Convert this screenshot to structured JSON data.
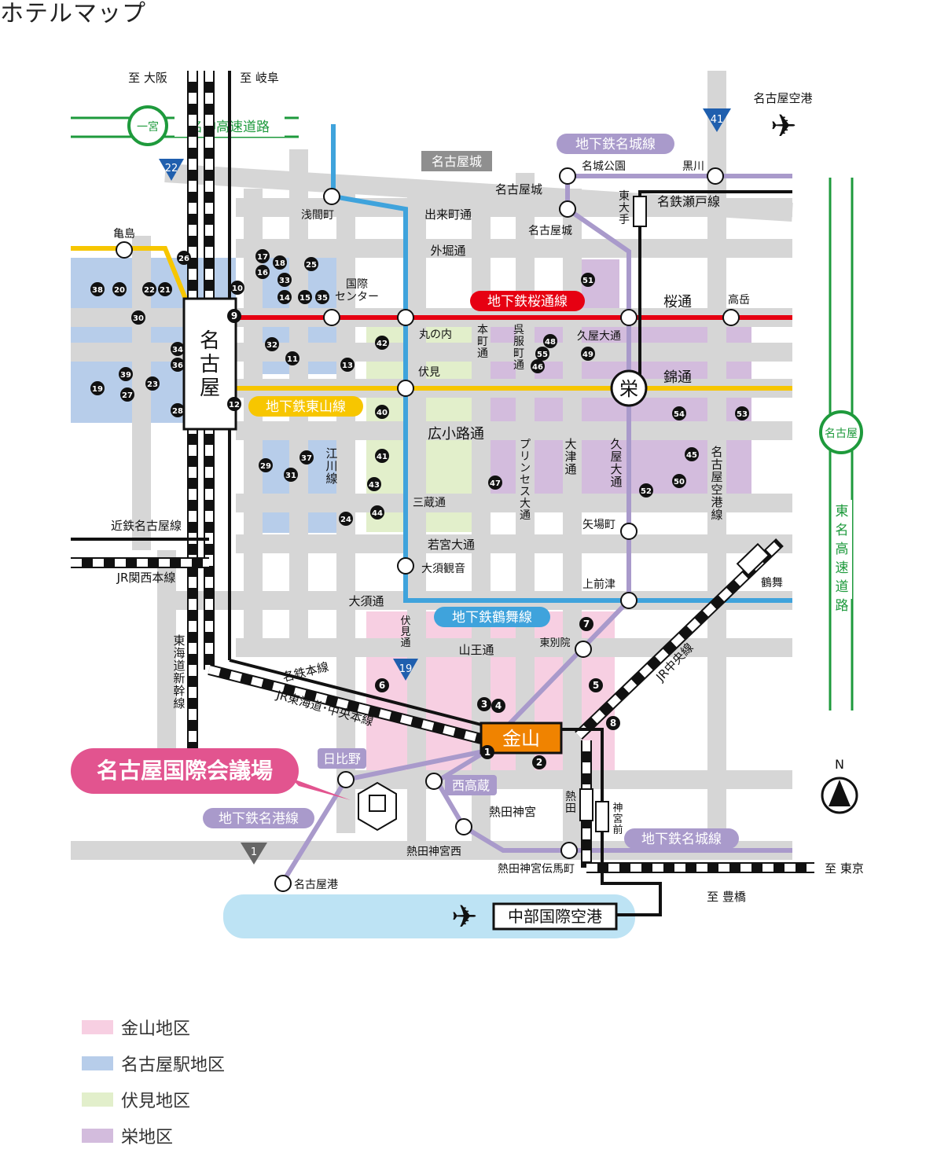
{
  "title": "ホテルマップ",
  "colors": {
    "road": "#d6d6d6",
    "kanayama_area": "#f7cfe2",
    "nagoya_area": "#b7cdea",
    "fushimi_area": "#e2efcb",
    "sakae_area": "#d3bcdd",
    "sakuradori_line": "#e60012",
    "higashiyama_line": "#f7c600",
    "tsurumai_line": "#3fa3dc",
    "meijo_line": "#a99acb",
    "meiko_line": "#a99acb",
    "expressway": "#1e9a3c",
    "venue": "#e2548f",
    "kanayama_station": "#f08300",
    "sea": "#bde3f4"
  },
  "directions": {
    "to_osaka": "至 大阪",
    "to_gifu": "至 岐阜",
    "to_tokyo": "至 東京",
    "to_toyohashi": "至 豊橋"
  },
  "stations": {
    "nagoya": "名古屋",
    "kanayama": "金山",
    "sakae": "栄",
    "sengencho": "浅間町",
    "kokusai_center": "国際\nセンター",
    "marunouchi": "丸の内",
    "fushimi": "伏見",
    "takaoka": "高岳",
    "hisaya_odori": "久屋大通",
    "yabacho": "矢場町",
    "kamimaezu": "上前津",
    "osu_kannon": "大須観音",
    "higashi_betsuin": "東別院",
    "tsurumai": "鶴舞",
    "meijo_koen": "名城公園",
    "nagoyajo": "名古屋城",
    "kurokawa": "黒川",
    "higashi_ozone": "東大手",
    "kamejima": "亀島",
    "hibino": "日比野",
    "nishi_takakura": "西高蔵",
    "atsuta_jingu_nishi": "熱田神宮西",
    "atsuta_jingu_temmacho": "熱田神宮伝馬町",
    "jingumae": "神宮前",
    "atsuta": "熱田",
    "nagoyako": "名古屋港"
  },
  "lines": {
    "sakuradori": "地下鉄桜通線",
    "higashiyama": "地下鉄東山線",
    "tsurumai": "地下鉄鶴舞線",
    "meijo_top": "地下鉄名城線",
    "meijo_bottom": "地下鉄名城線",
    "meiko": "地下鉄名港線",
    "meitetsu_seto": "名鉄瀬戸線",
    "kintetsu": "近鉄名古屋線",
    "jr_kansai": "JR関西本線",
    "tokaido_shinkansen": "東海道新幹線",
    "meitetsu_honsen": "名鉄本線",
    "jr_tokaido_chuo": "JR東海道･中央本線",
    "jr_chuo": "JR中央線",
    "meitetsu_airport": "名古屋空港線"
  },
  "streets": {
    "demachi": "出来町通",
    "sotobori": "外堀通",
    "sakura": "桜通",
    "nishiki": "錦通",
    "hirokoji": "広小路通",
    "mikura": "三蔵通",
    "wakamiya": "若宮大通",
    "osu": "大須通",
    "sanno": "山王通",
    "fushimi_dori": "伏見\n通",
    "honmachi": "本\n町\n通",
    "gofukucho": "呉\n服\n町\n通",
    "princess": "プリンセス大通",
    "otsu": "大津通",
    "hisaya": "久屋大通",
    "egawa": "江川線"
  },
  "highways": {
    "meishin_expressway": "名神高速道路",
    "ichinomiya": "一宮",
    "tomei_expressway": "東名高速道路",
    "nagoya_ic": "名古屋",
    "route22": "22",
    "route41": "41",
    "route19": "19",
    "route1": "1"
  },
  "landmarks": {
    "nagoya_castle": "名古屋城",
    "atsuta_jingu": "熱田神宮",
    "nagoya_airport": "名古屋空港",
    "chubu_airport": "中部国際空港",
    "venue": "名古屋国際会議場"
  },
  "hotels": [
    "1",
    "2",
    "3",
    "4",
    "5",
    "6",
    "7",
    "8",
    "9",
    "10",
    "11",
    "12",
    "13",
    "14",
    "15",
    "16",
    "17",
    "18",
    "19",
    "20",
    "21",
    "22",
    "23",
    "24",
    "25",
    "26",
    "27",
    "28",
    "29",
    "30",
    "31",
    "32",
    "33",
    "34",
    "35",
    "36",
    "37",
    "38",
    "39",
    "40",
    "41",
    "42",
    "43",
    "44",
    "45",
    "46",
    "47",
    "48",
    "49",
    "50",
    "51",
    "52",
    "53",
    "54",
    "55"
  ],
  "legend": [
    {
      "label": "金山地区",
      "color": "#f7cfe2"
    },
    {
      "label": "名古屋駅地区",
      "color": "#b7cdea"
    },
    {
      "label": "伏見地区",
      "color": "#e2efcb"
    },
    {
      "label": "栄地区",
      "color": "#d3bcdd"
    }
  ]
}
